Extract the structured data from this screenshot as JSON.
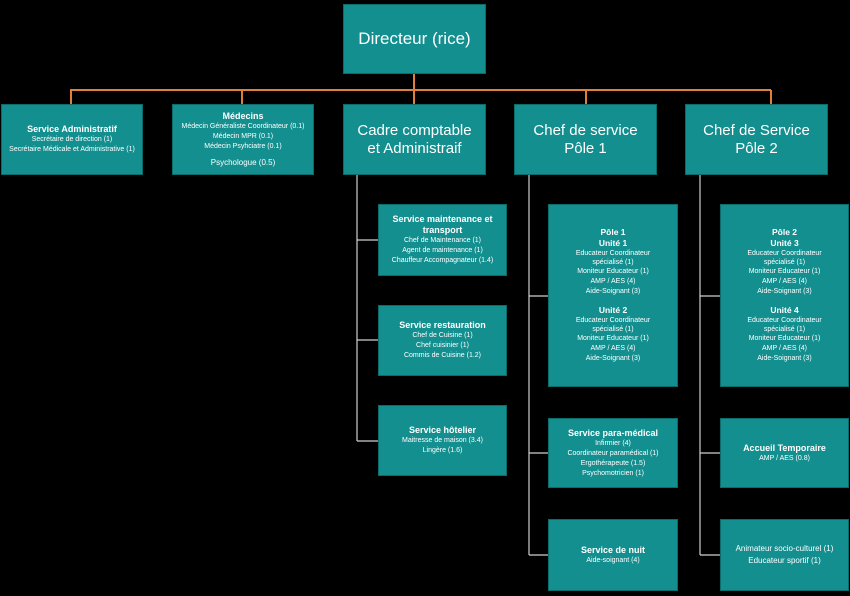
{
  "director": "Directeur (rice)",
  "admin": {
    "title": "Service Administratif",
    "lines": [
      "Secrétaire de direction (1)",
      "Secrétaire Médicale et Administrative (1)"
    ]
  },
  "medecins": {
    "title": "Médecins",
    "lines": [
      "Médecin Généraliste Coordinateur (0.1)",
      "Médecin MPR (0.1)",
      "Médecin Psyhciatre (0.1)"
    ],
    "psychologue": "Psychologue (0.5)"
  },
  "cadre": {
    "line1": "Cadre comptable",
    "line2": "et Administraif"
  },
  "chef1": {
    "line1": "Chef de service",
    "line2": "Pôle 1"
  },
  "chef2": {
    "line1": "Chef de Service",
    "line2": "Pôle 2"
  },
  "maintenance": {
    "title": "Service maintenance et transport",
    "lines": [
      "Chef de Maintenance (1)",
      "Agent de maintenance (1)",
      "Chauffeur Accompagnateur (1.4)"
    ]
  },
  "restauration": {
    "title": "Service restauration",
    "lines": [
      "Chef de Cuisine (1)",
      "Chef cuisinier (1)",
      "Commis de Cuisine (1.2)"
    ]
  },
  "hotelier": {
    "title": "Service hôtelier",
    "lines": [
      "Maitresse de maison (3.4)",
      "Lingère (1.6)"
    ]
  },
  "pole1": {
    "title": "Pôle 1",
    "unit_a": {
      "name": "Unité 1",
      "lines": [
        "Educateur Coordinateur spécialisé (1)",
        "Moniteur Educateur (1)",
        "AMP / AES (4)",
        "Aide-Soignant (3)"
      ]
    },
    "unit_b": {
      "name": "Unité 2",
      "lines": [
        "Educateur Coordinateur spécialisé (1)",
        "Moniteur Educateur (1)",
        "AMP / AES (4)",
        "Aide-Soignant (3)"
      ]
    }
  },
  "paramedical": {
    "title": "Service para-médical",
    "lines": [
      "Infirmier (4)",
      "Coordinateur paramédical (1)",
      "Ergothérapeute (1.5)",
      "Psychomotricien (1)"
    ]
  },
  "nuit": {
    "title": "Service de nuit",
    "lines": [
      "Aide-soignant (4)"
    ]
  },
  "pole2": {
    "title": "Pôle 2",
    "unit_a": {
      "name": "Unité 3",
      "lines": [
        "Educateur Coordinateur spécialisé (1)",
        "Moniteur Educateur (1)",
        "AMP / AES (4)",
        "Aide-Soignant (3)"
      ]
    },
    "unit_b": {
      "name": "Unité 4",
      "lines": [
        "Educateur Coordinateur spécialisé (1)",
        "Moniteur Educateur (1)",
        "AMP / AES (4)",
        "Aide-Soignant (3)"
      ]
    }
  },
  "accueil": {
    "title": "Accueil Temporaire",
    "lines": [
      "AMP / AES (0.8)"
    ]
  },
  "animateur": {
    "lines": [
      "Animateur socio-culturel (1)",
      "Educateur sportif (1)"
    ]
  },
  "colors": {
    "box": "#138f8f",
    "orange_line": "#e07f3a",
    "grey_line": "#cfcfcf"
  }
}
